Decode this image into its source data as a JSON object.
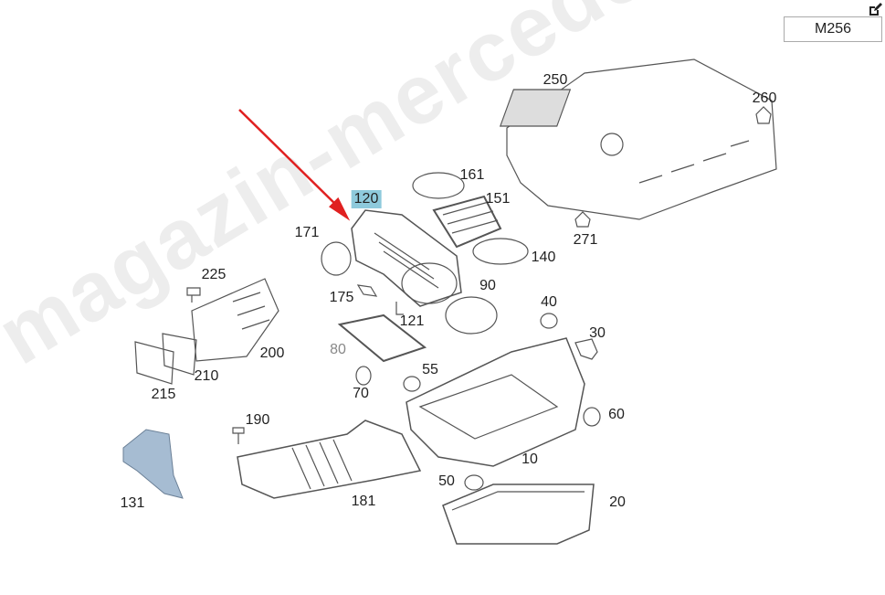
{
  "engine_code": "M256",
  "edit_icon": "edit-icon",
  "highlight_color": "#8ecadc",
  "arrow_color": "#e02020",
  "watermark": "magazin-mercedes.ru",
  "labels": {
    "p250": "250",
    "p260": "260",
    "p161": "161",
    "p151": "151",
    "p120": "120",
    "p171": "171",
    "p271": "271",
    "p140": "140",
    "p225": "225",
    "p175": "175",
    "p90": "90",
    "p40": "40",
    "p121": "121",
    "p30": "30",
    "p200": "200",
    "p80": "80",
    "p55": "55",
    "p210": "210",
    "p215": "215",
    "p70": "70",
    "p60": "60",
    "p190": "190",
    "p10": "10",
    "p50": "50",
    "p131": "131",
    "p181": "181",
    "p20": "20"
  }
}
